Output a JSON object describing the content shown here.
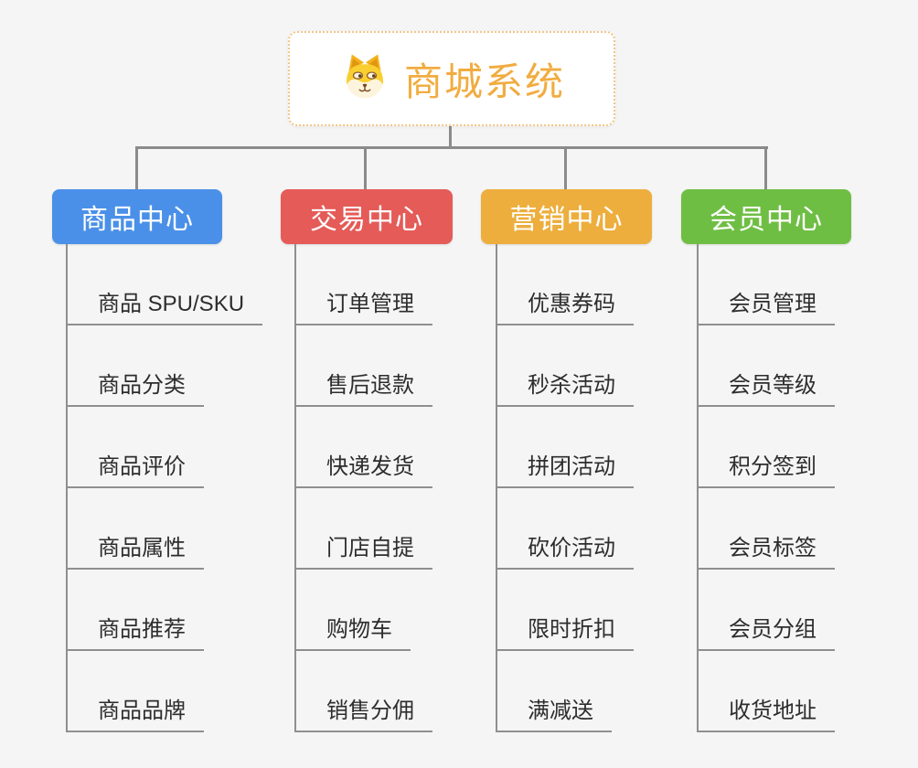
{
  "canvas": {
    "background_color": "#f5f5f5",
    "connector_color": "#8b8b8b"
  },
  "root": {
    "label": "商城系统",
    "icon": "dog-face-icon",
    "text_color": "#f1ac40",
    "border_color": "#f2c588"
  },
  "branches": [
    {
      "id": "product-center",
      "label": "商品中心",
      "color": "#4a90e8",
      "children": [
        "商品 SPU/SKU",
        "商品分类",
        "商品评价",
        "商品属性",
        "商品推荐",
        "商品品牌"
      ]
    },
    {
      "id": "trade-center",
      "label": "交易中心",
      "color": "#e45b58",
      "children": [
        "订单管理",
        "售后退款",
        "快递发货",
        "门店自提",
        "购物车",
        "销售分佣"
      ]
    },
    {
      "id": "marketing-center",
      "label": "营销中心",
      "color": "#edae3d",
      "children": [
        "优惠券码",
        "秒杀活动",
        "拼团活动",
        "砍价活动",
        "限时折扣",
        "满减送"
      ]
    },
    {
      "id": "member-center",
      "label": "会员中心",
      "color": "#6fbe44",
      "children": [
        "会员管理",
        "会员等级",
        "积分签到",
        "会员标签",
        "会员分组",
        "收货地址"
      ]
    }
  ]
}
